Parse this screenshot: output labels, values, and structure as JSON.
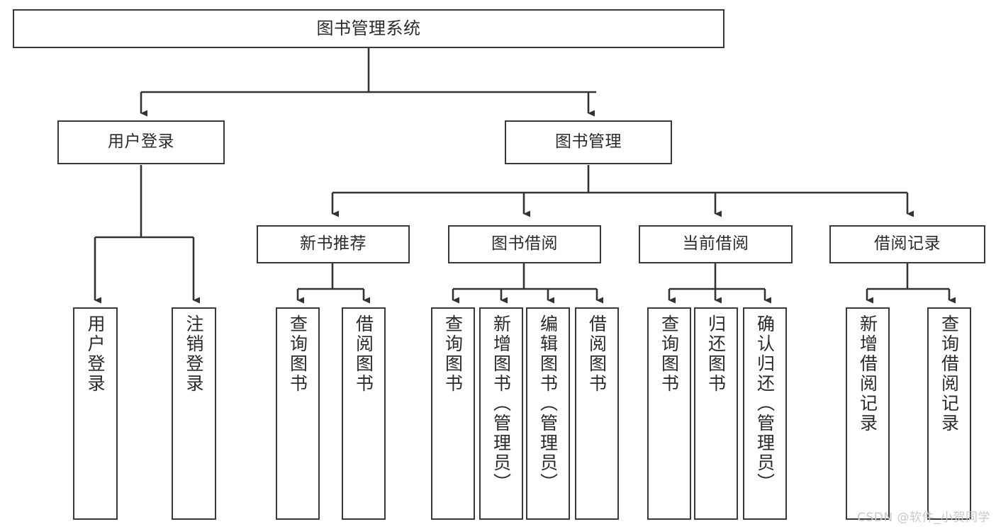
{
  "diagram": {
    "title": "图书管理系统",
    "watermark": "CSDN @软件_小贺同学",
    "colors": {
      "box_border": "#3a3a3a",
      "box_fill": "#ffffff",
      "line": "#333333",
      "text": "#2b2b2b",
      "watermark": "#c9c9c9",
      "background": "#ffffff"
    },
    "root": {
      "label": "图书管理系统"
    },
    "level2": [
      {
        "label": "用户登录"
      },
      {
        "label": "图书管理"
      }
    ],
    "level3": [
      {
        "label": "新书推荐"
      },
      {
        "label": "图书借阅"
      },
      {
        "label": "当前借阅"
      },
      {
        "label": "借阅记录"
      }
    ],
    "leaves": {
      "user_login": [
        {
          "label": "用户登录"
        },
        {
          "label": "注销登录"
        }
      ],
      "new_book_recommend": [
        {
          "label": "查询图书"
        },
        {
          "label": "借阅图书"
        }
      ],
      "book_borrow": [
        {
          "label": "查询图书"
        },
        {
          "label": "新增图书（管理员）"
        },
        {
          "label": "编辑图书（管理员）"
        },
        {
          "label": "借阅图书"
        }
      ],
      "current_borrow": [
        {
          "label": "查询图书"
        },
        {
          "label": "归还图书"
        },
        {
          "label": "确认归还（管理员）"
        }
      ],
      "borrow_record": [
        {
          "label": "新增借阅记录"
        },
        {
          "label": "查询借阅记录"
        }
      ]
    }
  }
}
